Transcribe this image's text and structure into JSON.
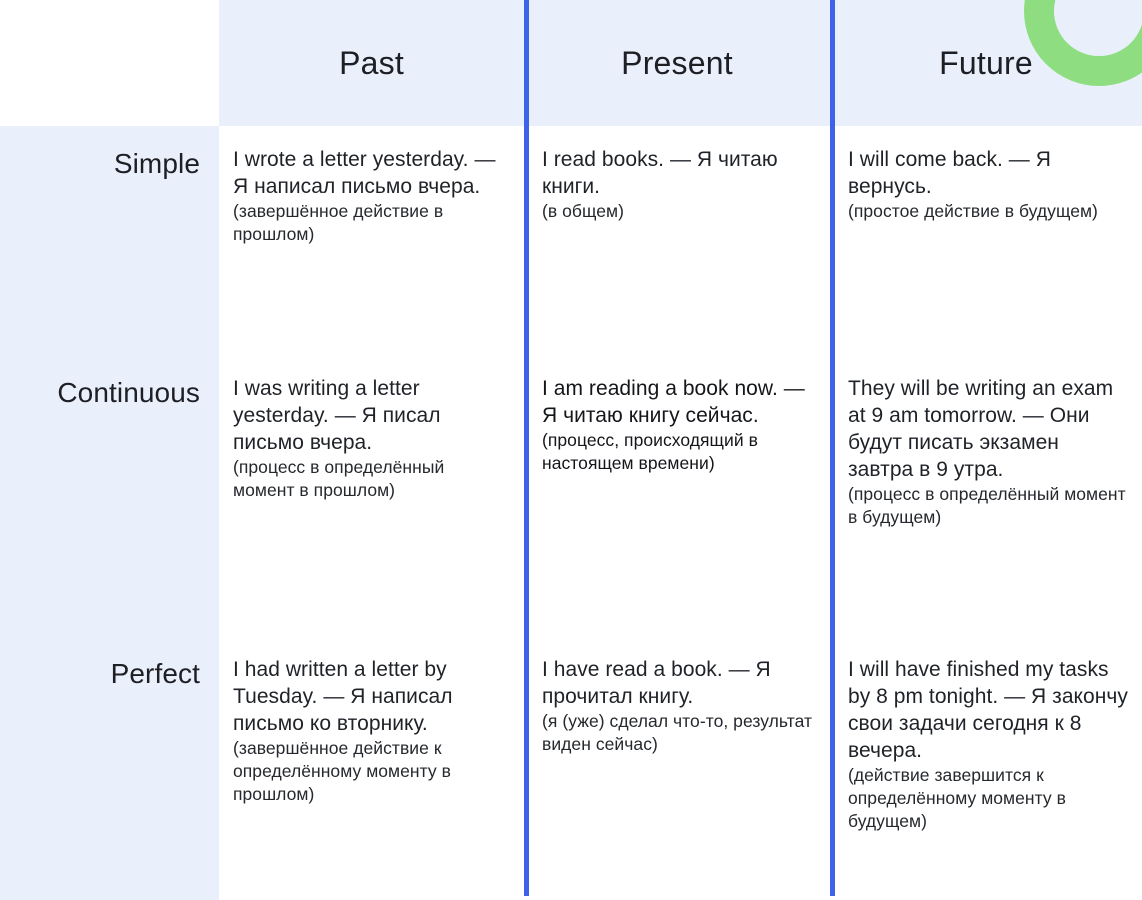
{
  "theme": {
    "accent_blue": "#3f62ea",
    "header_fill": "#eaf0fb",
    "text_color": "#1f2328",
    "deco_green": "#8ede81",
    "page_background": "#ffffff"
  },
  "table": {
    "corner_label": "",
    "column_headers": [
      "Past",
      "Present",
      "Future"
    ],
    "row_headers": [
      "Simple",
      "Continuous",
      "Perfect"
    ],
    "rows": [
      {
        "label": "Simple",
        "cells": [
          {
            "sentence": "I wrote a letter yesterday.  — Я написал письмо вчера.",
            "note": "(завершённое действие в прошлом)",
            "emphasis": false
          },
          {
            "sentence": "I read books. — Я читаю книги.",
            "note": "(в общем)",
            "emphasis": false
          },
          {
            "sentence": "I will come back. — Я вернусь.",
            "note": "(простое действие в будущем)",
            "emphasis": false
          }
        ]
      },
      {
        "label": "Continuous",
        "cells": [
          {
            "sentence": "I was writing a letter yesterday. — Я писал письмо вчера.",
            "note": "(процесс в определённый момент в прошлом)",
            "emphasis": false
          },
          {
            "sentence": "I am reading a book now. — Я читаю книгу сейчас.",
            "note": "(процесс, происходящий в настоящем времени)",
            "emphasis": true
          },
          {
            "sentence": "They will be writing an exam at 9 am tomorrow. — Они будут писать экзамен завтра в 9 утра.",
            "note": "(процесс в определённый момент в будущем)",
            "emphasis": false
          }
        ]
      },
      {
        "label": "Perfect",
        "cells": [
          {
            "sentence": "I had written a letter by Tuesday. — Я написал письмо ко вторнику.",
            "note": "(завершённое действие к определённому моменту в прошлом)",
            "emphasis": false
          },
          {
            "sentence": "I have read a book. — Я прочитал книгу.",
            "note": "(я (уже) сделал что-то, результат виден сейчас)",
            "emphasis": false
          },
          {
            "sentence": "I will have finished my tasks by 8 pm tonight. — Я закончу свои задачи сегодня к 8 вечера.",
            "note": "(действие завершится к определённому моменту в будущем)",
            "emphasis": false
          }
        ]
      }
    ]
  },
  "decorations": {
    "corner_ring": "green-ring-decoration"
  }
}
